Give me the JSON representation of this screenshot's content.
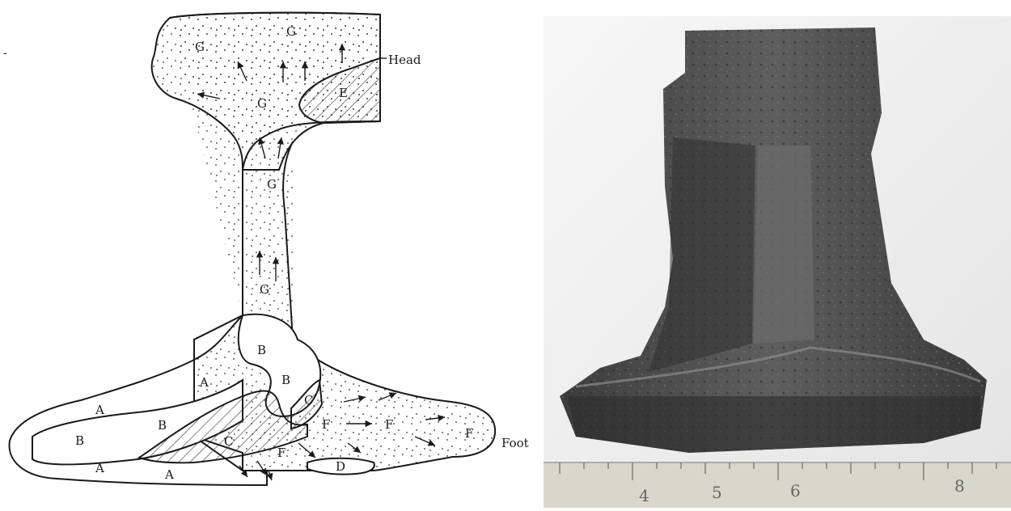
{
  "diagram": {
    "edge_mark": "-",
    "callouts": {
      "head": "Head",
      "foot": "Foot"
    },
    "zones": [
      {
        "letter": "G",
        "region": "head"
      },
      {
        "letter": "G",
        "region": "head"
      },
      {
        "letter": "G",
        "region": "head"
      },
      {
        "letter": "G",
        "region": "web"
      },
      {
        "letter": "G",
        "region": "web"
      },
      {
        "letter": "E",
        "region": "head"
      },
      {
        "letter": "B",
        "region": "web-root"
      },
      {
        "letter": "B",
        "region": "web-root"
      },
      {
        "letter": "A",
        "region": "left-foot"
      },
      {
        "letter": "A",
        "region": "left-foot"
      },
      {
        "letter": "B",
        "region": "left-foot"
      },
      {
        "letter": "B",
        "region": "left-foot"
      },
      {
        "letter": "C",
        "region": "left-foot"
      },
      {
        "letter": "C",
        "region": "foot-center"
      },
      {
        "letter": "A",
        "region": "left-foot"
      },
      {
        "letter": "A",
        "region": "left-foot"
      },
      {
        "letter": "F",
        "region": "right-foot"
      },
      {
        "letter": "F",
        "region": "right-foot"
      },
      {
        "letter": "F",
        "region": "right-foot"
      },
      {
        "letter": "F",
        "region": "foot-center"
      },
      {
        "letter": "D",
        "region": "foot-bottom"
      }
    ],
    "colors": {
      "ink": "#1a1a1a",
      "hatch": "#333333"
    }
  },
  "photo": {
    "subject": "sectioned rail specimen",
    "ruler_numbers": [
      "4",
      "5",
      "6",
      "8"
    ],
    "colors": {
      "background": "#f2f2f2",
      "metal": "#4b4b4b",
      "ruler": "#d9d6cc"
    }
  }
}
